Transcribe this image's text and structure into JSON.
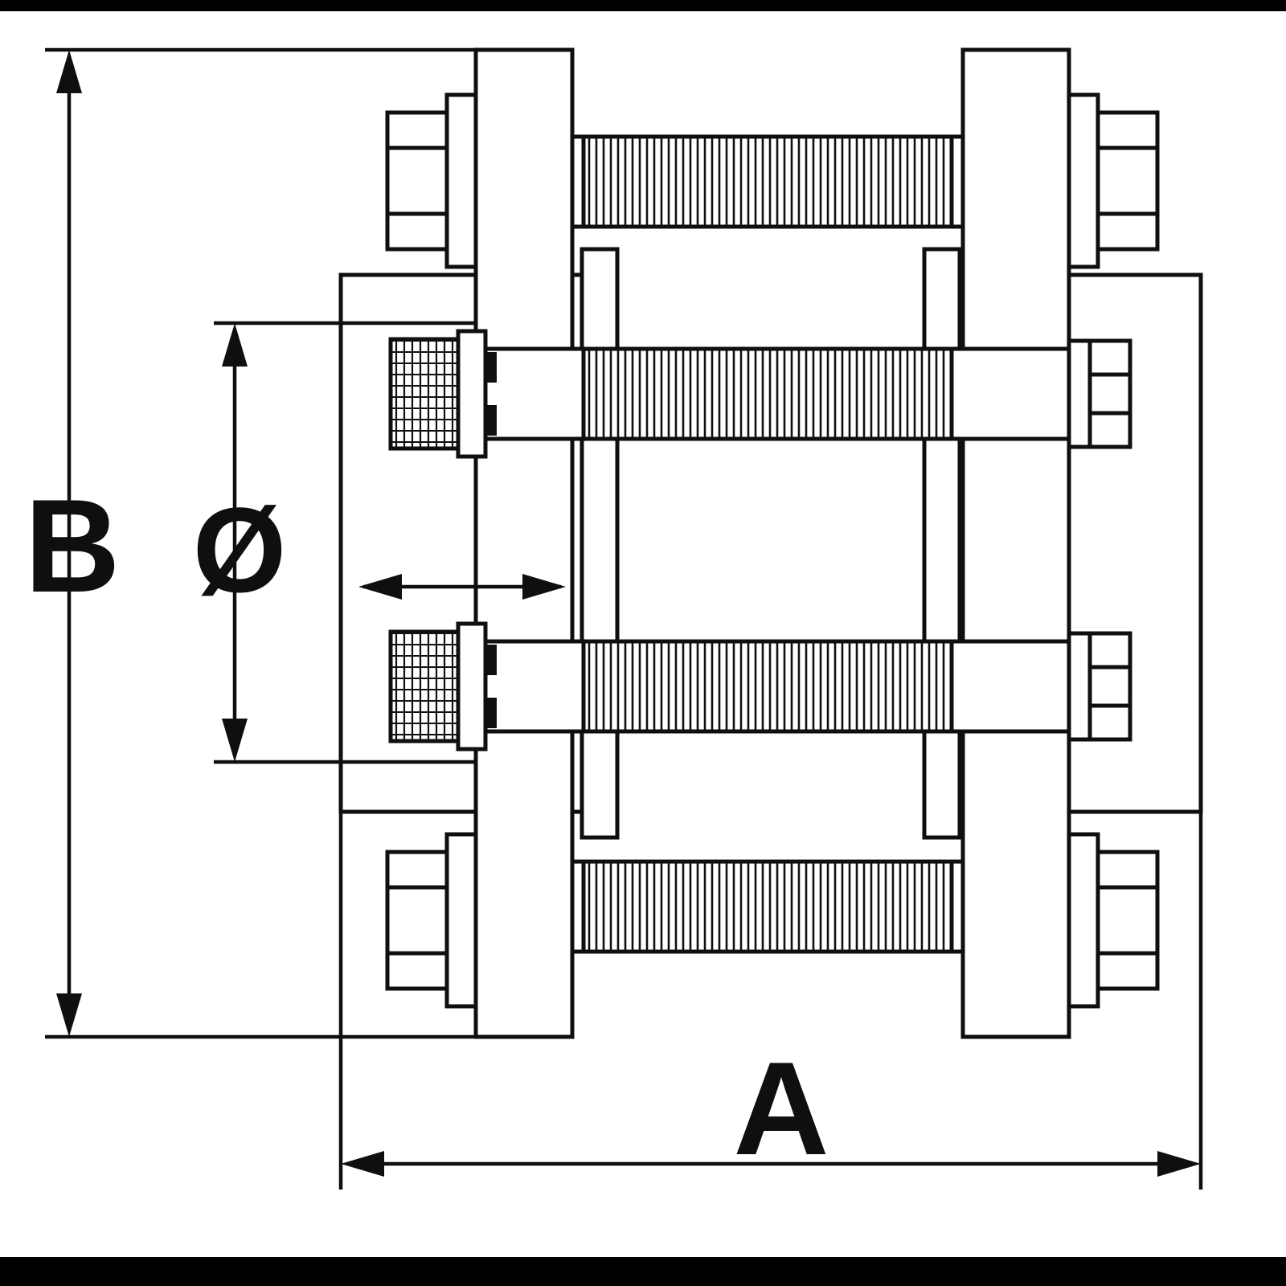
{
  "diagram": {
    "labels": {
      "overall_height": "B",
      "diameter": "Ø",
      "overall_length": "A"
    },
    "colors": {
      "line": "#0f0f0f",
      "background": "#ffffff",
      "frame_bar": "#000000"
    }
  }
}
